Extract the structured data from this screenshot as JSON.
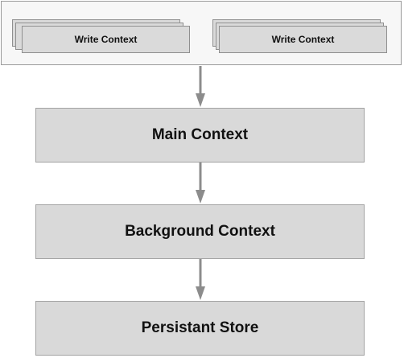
{
  "write_contexts": [
    {
      "label": "Write Context"
    },
    {
      "label": "Write Context"
    }
  ],
  "layers": [
    {
      "label": "Main Context"
    },
    {
      "label": "Background Context"
    },
    {
      "label": "Persistant Store"
    }
  ],
  "colors": {
    "box_fill": "#d9d9d9",
    "box_border": "#a3a3a3",
    "arrow": "#8c8c8c",
    "container_fill": "#f7f7f7"
  }
}
